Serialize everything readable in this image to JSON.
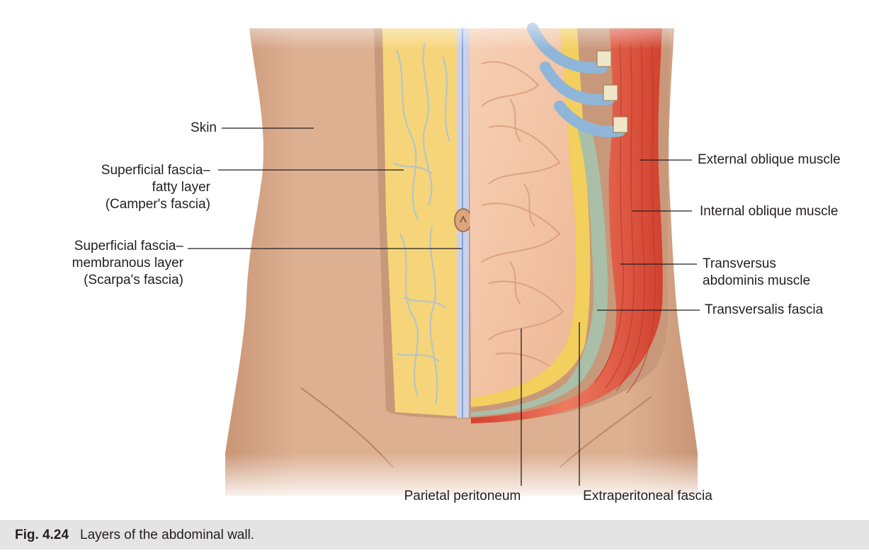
{
  "figure": {
    "labels": {
      "skin": "Skin",
      "camper": [
        "Superficial fascia–",
        "fatty layer",
        "(Camper's fascia)"
      ],
      "scarpa": [
        "Superficial fascia–",
        "membranous layer",
        "(Scarpa's fascia)"
      ],
      "external_oblique": "External oblique muscle",
      "internal_oblique": "Internal oblique muscle",
      "transversus": [
        "Transversus",
        "abdominis muscle"
      ],
      "transversalis": "Transversalis fascia",
      "parietal_peritoneum": "Parietal peritoneum",
      "extraperitoneal": "Extraperitoneal fascia"
    },
    "colors": {
      "skin": "#dcae8f",
      "fat": "#f6d57a",
      "membranous": "#c9d2ec",
      "intestine": "#f4c6a8",
      "muscle": "#e8604a",
      "transversalis": "#a9bfa8",
      "rib": "#8fb6d8"
    }
  },
  "caption": {
    "number": "Fig. 4.24",
    "text": "Layers of the abdominal wall."
  }
}
